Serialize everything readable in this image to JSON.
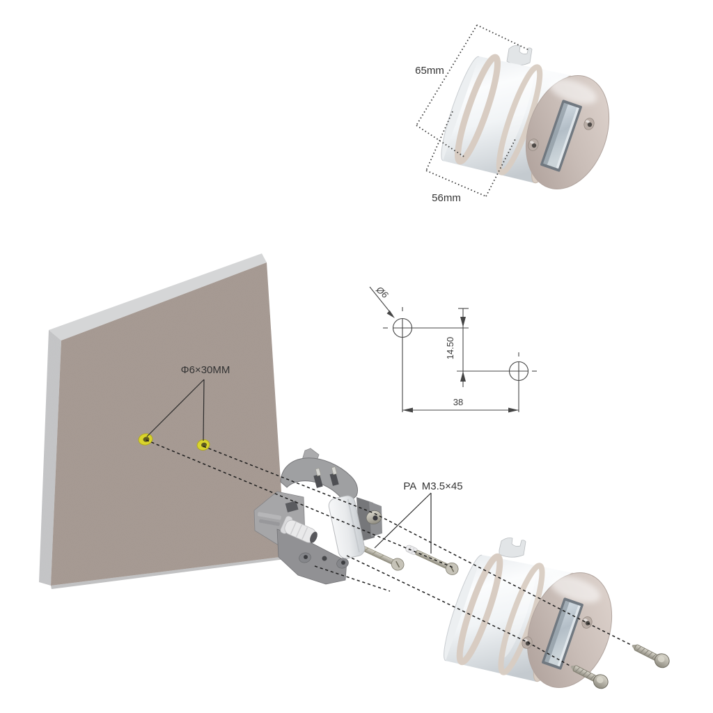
{
  "page": {
    "background": "#ffffff"
  },
  "product_view": {
    "depth_label": "65mm",
    "diameter_label": "56mm"
  },
  "drill_template": {
    "hole_diameter_label": "Ø6",
    "vertical_offset_label": "14.50",
    "hole_spacing_label": "38"
  },
  "wall": {
    "drill_spec_label": "Φ6×30MM"
  },
  "fasteners": {
    "screw_spec_label": "PA  M3.5×45"
  },
  "colors": {
    "page": "#ffffff",
    "wall_face": "#a79b94",
    "wall_side": "#c6c7c9",
    "wall_top": "#d5d6d7",
    "hole_marker_yellow": "#d9d42c",
    "porcelain_white": "#f3f5f7",
    "cover_face_greige": "#cdc1bb",
    "cream_ring": "#d8ccc2",
    "slot_blue_gray": "#c2ccd4",
    "mechanism_gray": "#9fa0a2",
    "line_dark": "#2f2f2f"
  }
}
